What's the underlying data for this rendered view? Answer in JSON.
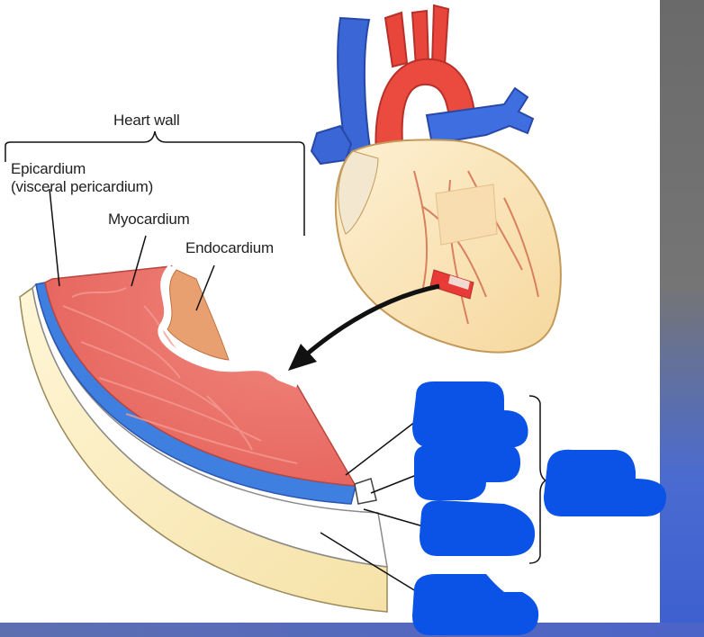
{
  "labels": {
    "heart_wall": "Heart wall",
    "epicardium_line1": "Epicardium",
    "epicardium_line2": "(visceral pericardium)",
    "myocardium": "Myocardium",
    "endocardium": "Endocardium"
  },
  "colors": {
    "artery_red": "#e8463a",
    "vein_blue": "#3a64d8",
    "myocardium_red": "#ea6a62",
    "endocardium_orange": "#e9a070",
    "epicardium_blue": "#3f7fe0",
    "pericardium_cream": "#fbeec0",
    "redaction_blue": "#0b52e6",
    "heart_body": "#fbe4b8"
  },
  "redactions": [
    "label-1",
    "label-2",
    "label-3",
    "label-4",
    "label-5",
    "label-group"
  ]
}
